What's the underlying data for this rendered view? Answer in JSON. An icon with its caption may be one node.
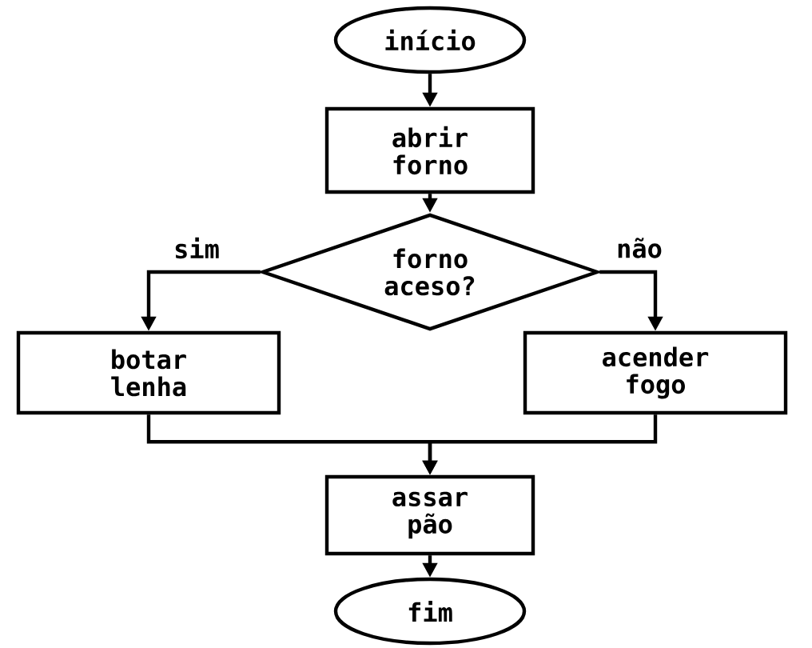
{
  "diagram": {
    "nodes": [
      {
        "text": [
          "início"
        ]
      },
      {
        "text": [
          "abrir forno"
        ]
      },
      {
        "text": [
          "forno aceso?"
        ]
      },
      {
        "text": [
          "botar lenha"
        ]
      },
      {
        "text": [
          "acender fogo"
        ]
      },
      {
        "text": [
          "assar pão"
        ]
      },
      {
        "text": [
          "fim"
        ]
      }
    ],
    "edges": [
      {
        "from": 0,
        "to": 1,
        "arrow": "to"
      },
      {
        "from": 1,
        "to": 2,
        "arrow": "to"
      },
      {
        "from": 2,
        "to": 3,
        "arrow": "to",
        "label": "sim"
      },
      {
        "from": 2,
        "to": 4,
        "arrow": "to",
        "label": "não"
      },
      {
        "from": 3,
        "to": 5,
        "arrow": "to"
      },
      {
        "from": 4,
        "to": 5,
        "arrow": "to"
      },
      {
        "from": 5,
        "to": 6,
        "arrow": "to"
      }
    ]
  }
}
